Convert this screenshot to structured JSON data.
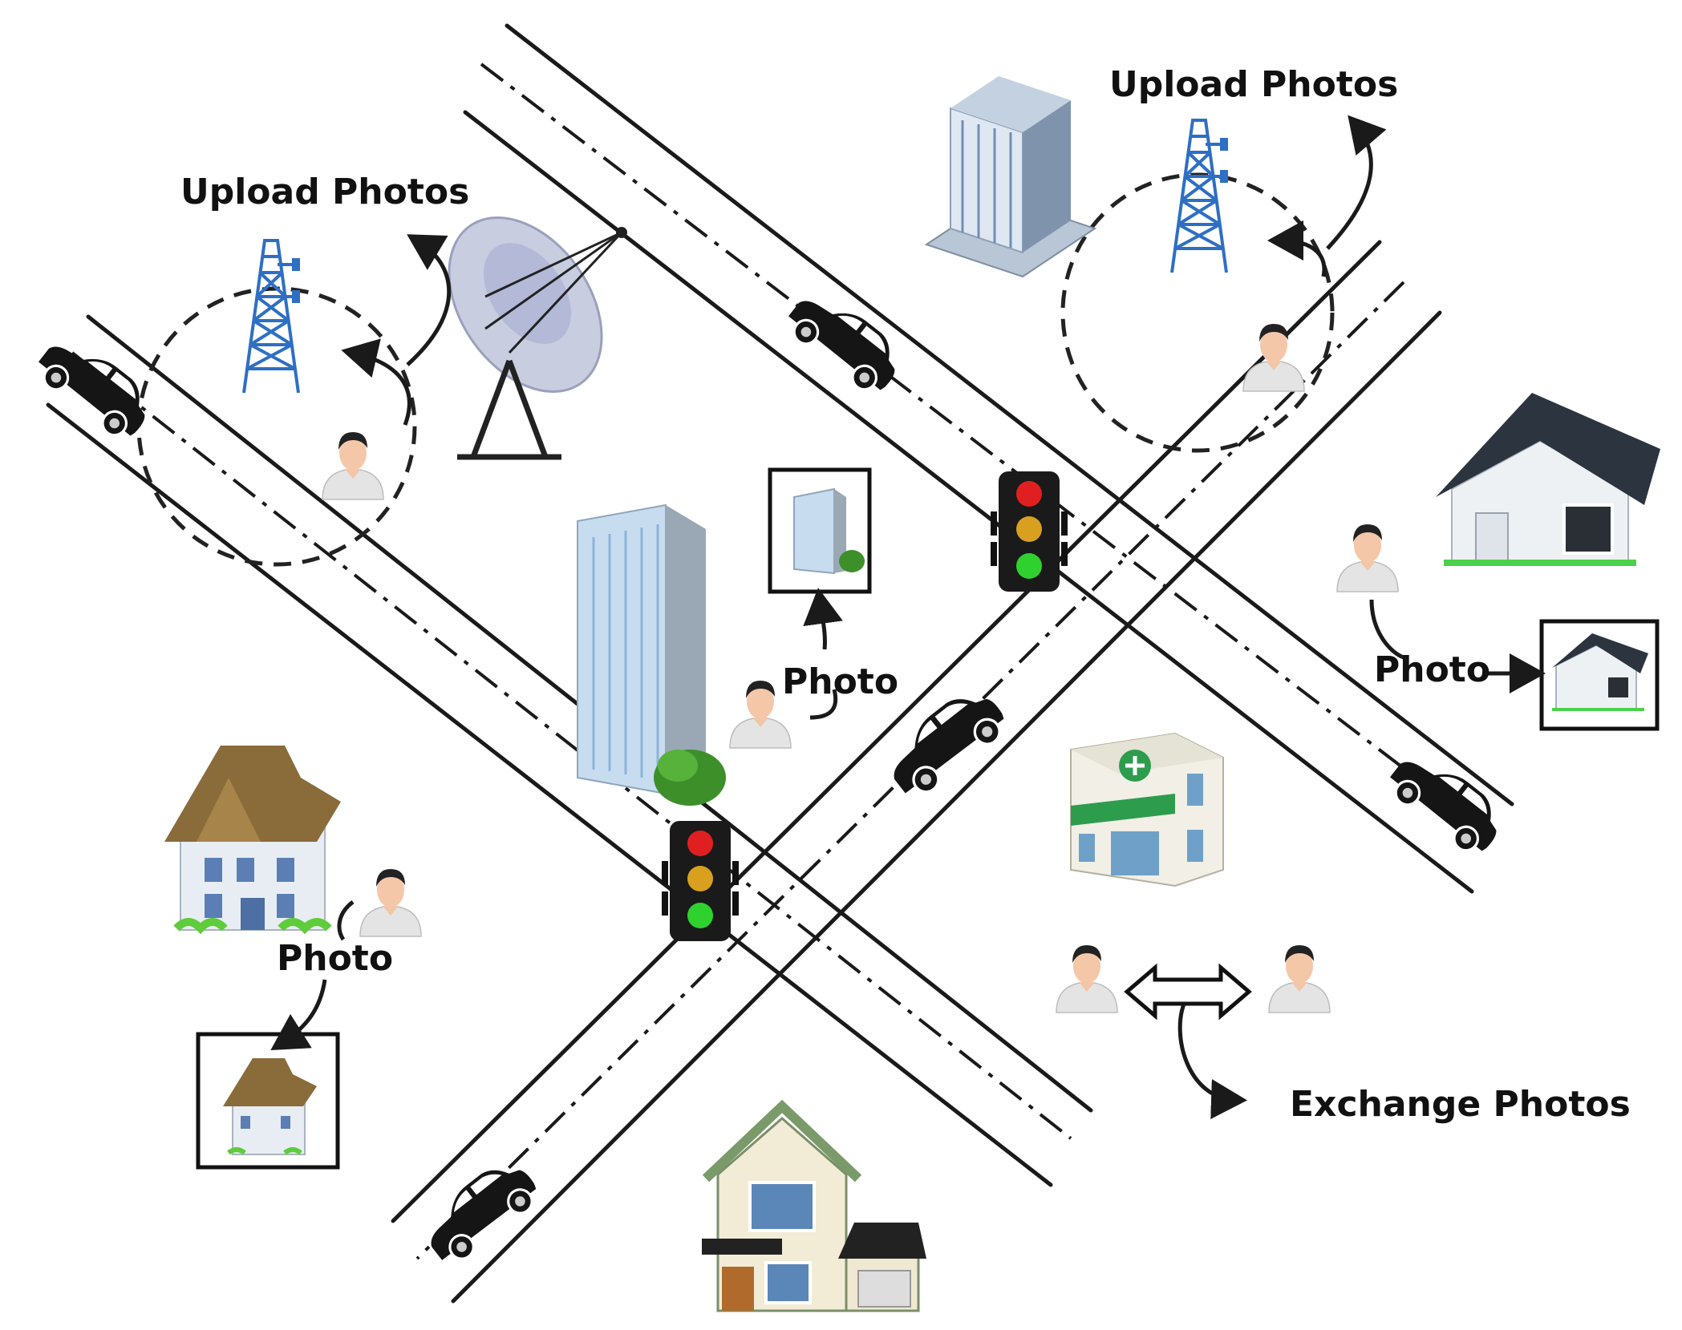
{
  "labels": {
    "upload_left": "Upload Photos",
    "upload_right": "Upload Photos",
    "photo_center": "Photo",
    "photo_right": "Photo",
    "photo_left": "Photo",
    "exchange": "Exchange Photos"
  },
  "colors": {
    "road": "#1a1a1a",
    "tower": "#2e6fc4",
    "car": "#151515",
    "light_red": "#e02020",
    "light_amber": "#d9a020",
    "light_green": "#2fd12f"
  },
  "icons": [
    "car-icon",
    "cell-tower-icon",
    "satellite-dish-icon",
    "traffic-light-icon",
    "person-icon",
    "building-icon",
    "house-icon",
    "pharmacy-icon",
    "photo-thumbnail-icon"
  ]
}
